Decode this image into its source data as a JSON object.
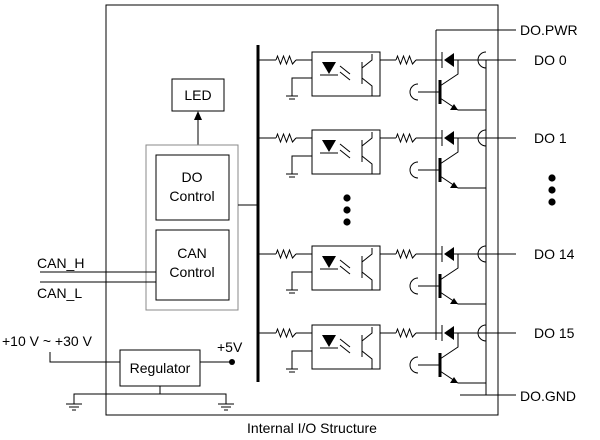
{
  "labels": {
    "do_pwr": "DO.PWR",
    "do_gnd": "DO.GND",
    "led": "LED",
    "do_control_line1": "DO",
    "do_control_line2": "Control",
    "can_control_line1": "CAN",
    "can_control_line2": "Control",
    "can_h": "CAN_H",
    "can_l": "CAN_L",
    "supply": "+10 V ~ +30 V",
    "plus5v": "+5V",
    "regulator": "Regulator",
    "caption": "Internal I/O Structure"
  },
  "channels": [
    {
      "label": "DO 0"
    },
    {
      "label": "DO 1"
    },
    {
      "label": "DO 14"
    },
    {
      "label": "DO 15"
    }
  ]
}
